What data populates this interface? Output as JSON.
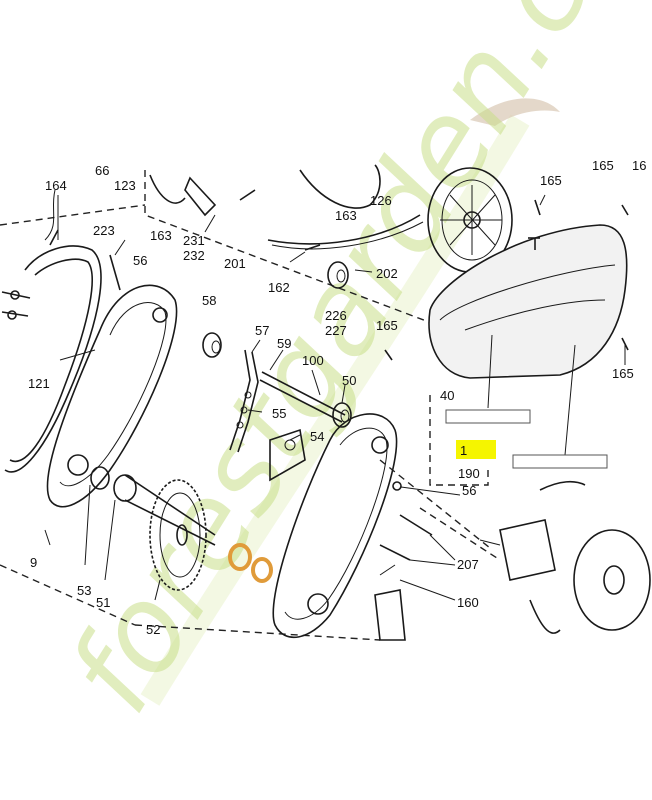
{
  "diagram": {
    "highlight_label": "1",
    "callouts": {
      "c164": "164",
      "c66": "66",
      "c123": "123",
      "c163a": "163",
      "c163b": "163",
      "c126": "126",
      "c165a": "165",
      "c165b": "165",
      "c165c": "165",
      "c16x": "16",
      "c223": "223",
      "c56a": "56",
      "c56b": "56",
      "c231": "231",
      "c232": "232",
      "c201": "201",
      "c202": "202",
      "c162": "162",
      "c226": "226",
      "c227": "227",
      "c58": "58",
      "c57": "57",
      "c59": "59",
      "c100": "100",
      "c121": "121",
      "c50": "50",
      "c55": "55",
      "c54": "54",
      "c40": "40",
      "c190": "190",
      "c9": "9",
      "c53": "53",
      "c51": "51",
      "c52": "52",
      "c207": "207",
      "c160": "160"
    },
    "watermark": "forestgarden.com"
  }
}
